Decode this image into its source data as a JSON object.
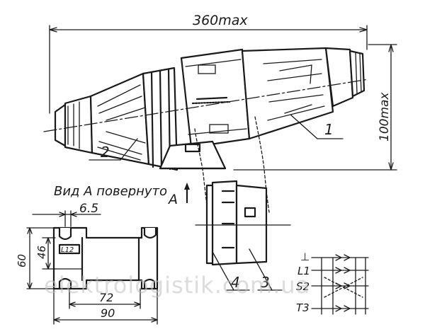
{
  "dimensions": {
    "overall_length": "360max",
    "overall_height": "100max",
    "gap": "6.5",
    "height_outer": "60",
    "height_inner": "46",
    "seal": "L12",
    "span_inner": "72",
    "span_outer": "90"
  },
  "labels": {
    "view_a": "Вид А повернуто",
    "arrow_a": "A",
    "part_1": "1",
    "part_2": "2",
    "part_3": "3",
    "part_4": "4"
  },
  "contacts": {
    "ground": "⊥",
    "l1": "L1",
    "s2": "S2",
    "t3": "T3"
  },
  "watermark": "elektrologistik.com.ua",
  "colors": {
    "ink": "#1a1a1a",
    "paper": "#ffffff",
    "watermark": "#bfbfbf"
  }
}
